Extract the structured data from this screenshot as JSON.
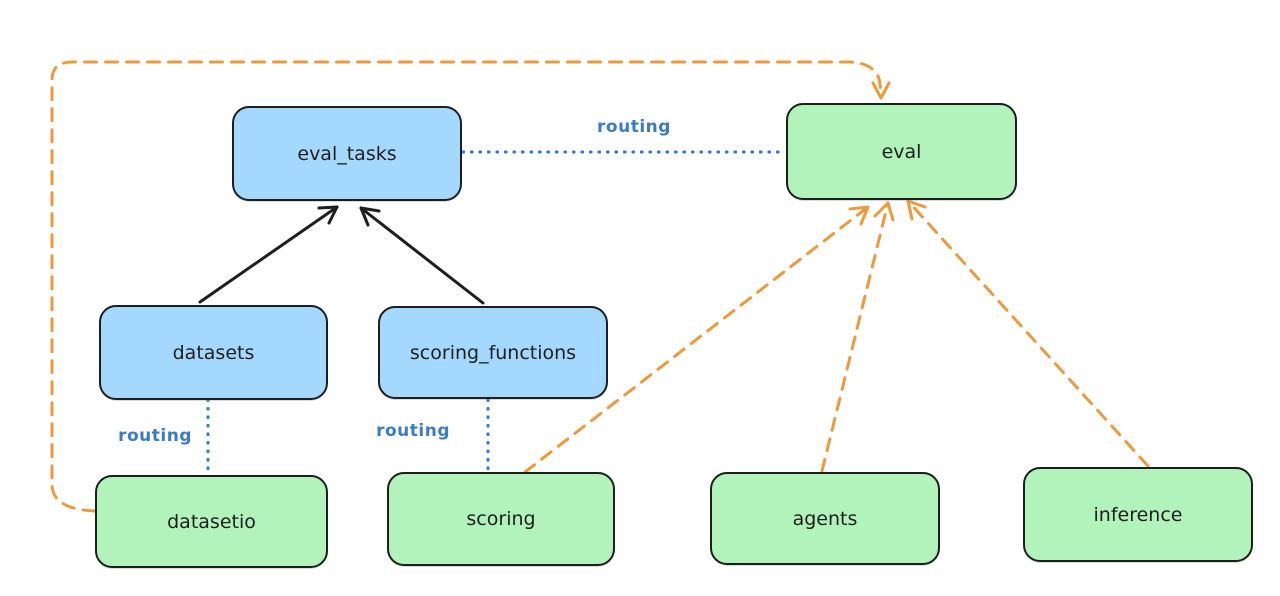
{
  "diagram": {
    "type": "flow-diagram",
    "background": "#ffffff",
    "colors": {
      "blue_node_fill": "#a5d8ff",
      "green_node_fill": "#b2f2bb",
      "node_stroke": "#1e1e1e",
      "black_edge": "#1e1e1e",
      "routing_blue": "#3a7bc8",
      "provider_orange": "#ec9a3d"
    },
    "nodes": [
      {
        "id": "eval_tasks",
        "label": "eval_tasks",
        "color": "blue"
      },
      {
        "id": "eval",
        "label": "eval",
        "color": "green"
      },
      {
        "id": "datasets",
        "label": "datasets",
        "color": "blue"
      },
      {
        "id": "scoring_functions",
        "label": "scoring_functions",
        "color": "blue"
      },
      {
        "id": "datasetio",
        "label": "datasetio",
        "color": "green"
      },
      {
        "id": "scoring",
        "label": "scoring",
        "color": "green"
      },
      {
        "id": "agents",
        "label": "agents",
        "color": "green"
      },
      {
        "id": "inference",
        "label": "inference",
        "color": "green"
      }
    ],
    "edges": [
      {
        "from": "datasets",
        "to": "eval_tasks",
        "style": "solid-black-arrow"
      },
      {
        "from": "scoring_functions",
        "to": "eval_tasks",
        "style": "solid-black-arrow"
      },
      {
        "from": "eval_tasks",
        "to": "eval",
        "style": "dotted-blue",
        "label": "routing"
      },
      {
        "from": "datasets",
        "to": "datasetio",
        "style": "dotted-blue",
        "label": "routing"
      },
      {
        "from": "scoring_functions",
        "to": "scoring",
        "style": "dotted-blue",
        "label": "routing"
      },
      {
        "from": "datasetio",
        "to": "eval",
        "style": "dashed-orange-arrow"
      },
      {
        "from": "scoring",
        "to": "eval",
        "style": "dashed-orange-arrow"
      },
      {
        "from": "agents",
        "to": "eval",
        "style": "dashed-orange-arrow"
      },
      {
        "from": "inference",
        "to": "eval",
        "style": "dashed-orange-arrow"
      }
    ]
  }
}
